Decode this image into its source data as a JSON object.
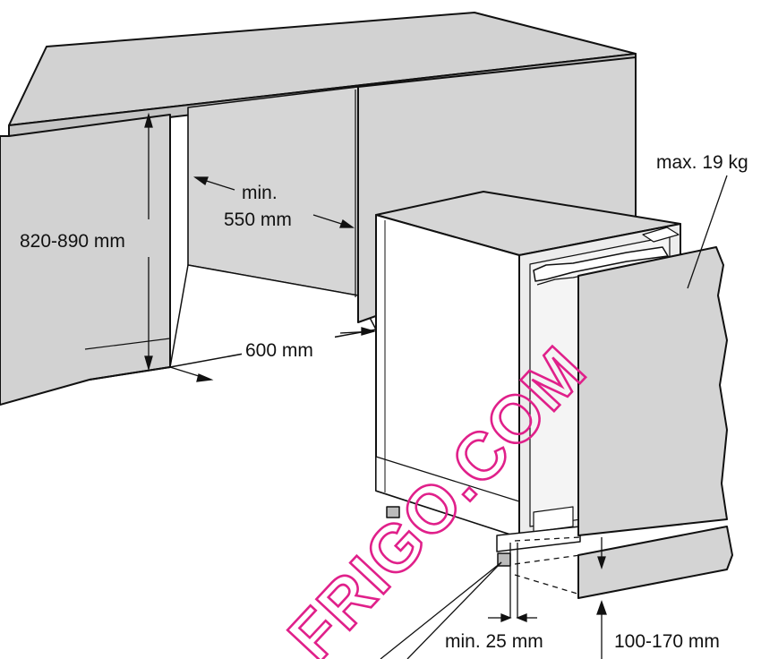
{
  "labels": {
    "height_range": "820-890 mm",
    "min_width_line1": "min.",
    "min_width_line2": "550 mm",
    "depth": "600 mm",
    "max_weight": "max. 19 kg",
    "min_gap": "min. 25 mm",
    "plinth_range": "100-170 mm"
  },
  "watermark": {
    "text": "FRIGO.COM",
    "color": "#e0208a"
  },
  "colors": {
    "cabinet_fill": "#d8d8d8",
    "cabinet_dark": "#c9c9c9",
    "line": "#111111"
  }
}
